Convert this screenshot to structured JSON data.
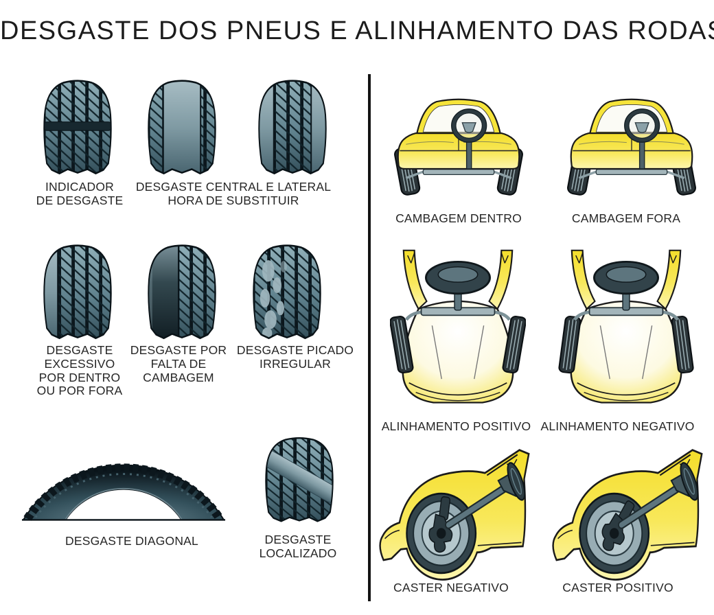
{
  "title": "DESGASTE DOS PNEUS E ALINHAMENTO DAS RODAS",
  "tire_section": {
    "indicador": {
      "label": "INDICADOR\nDE DESGASTE"
    },
    "central_lateral": {
      "label": "DESGASTE CENTRAL E LATERAL\nHORA DE SUBSTITUIR"
    },
    "excessivo": {
      "label": "DESGASTE\nEXCESSIVO\nPOR DENTRO\nOU POR FORA"
    },
    "falta_cambagem": {
      "label": "DESGASTE POR\nFALTA DE\nCAMBAGEM"
    },
    "picado": {
      "label": "DESGASTE PICADO\nIRREGULAR"
    },
    "diagonal": {
      "label": "DESGASTE DIAGONAL"
    },
    "localizado": {
      "label": "DESGASTE\nLOCALIZADO"
    }
  },
  "alignment_section": {
    "cambagem_dentro": {
      "label": "CAMBAGEM DENTRO"
    },
    "cambagem_fora": {
      "label": "CAMBAGEM FORA"
    },
    "alinhamento_positivo": {
      "label": "ALINHAMENTO POSITIVO"
    },
    "alinhamento_negativo": {
      "label": "ALINHAMENTO NEGATIVO"
    },
    "caster_negativo": {
      "label": "CASTER NEGATIVO"
    },
    "caster_positivo": {
      "label": "CASTER POSITIVO"
    }
  },
  "colors": {
    "background": "#ffffff",
    "text": "#262626",
    "divider": "#141414",
    "car_body_yellow": "#f6e335",
    "tire_tread_steel": "#5f818d",
    "tire_dark": "#0c171d",
    "chassis_gray": "#a3b5ba"
  }
}
